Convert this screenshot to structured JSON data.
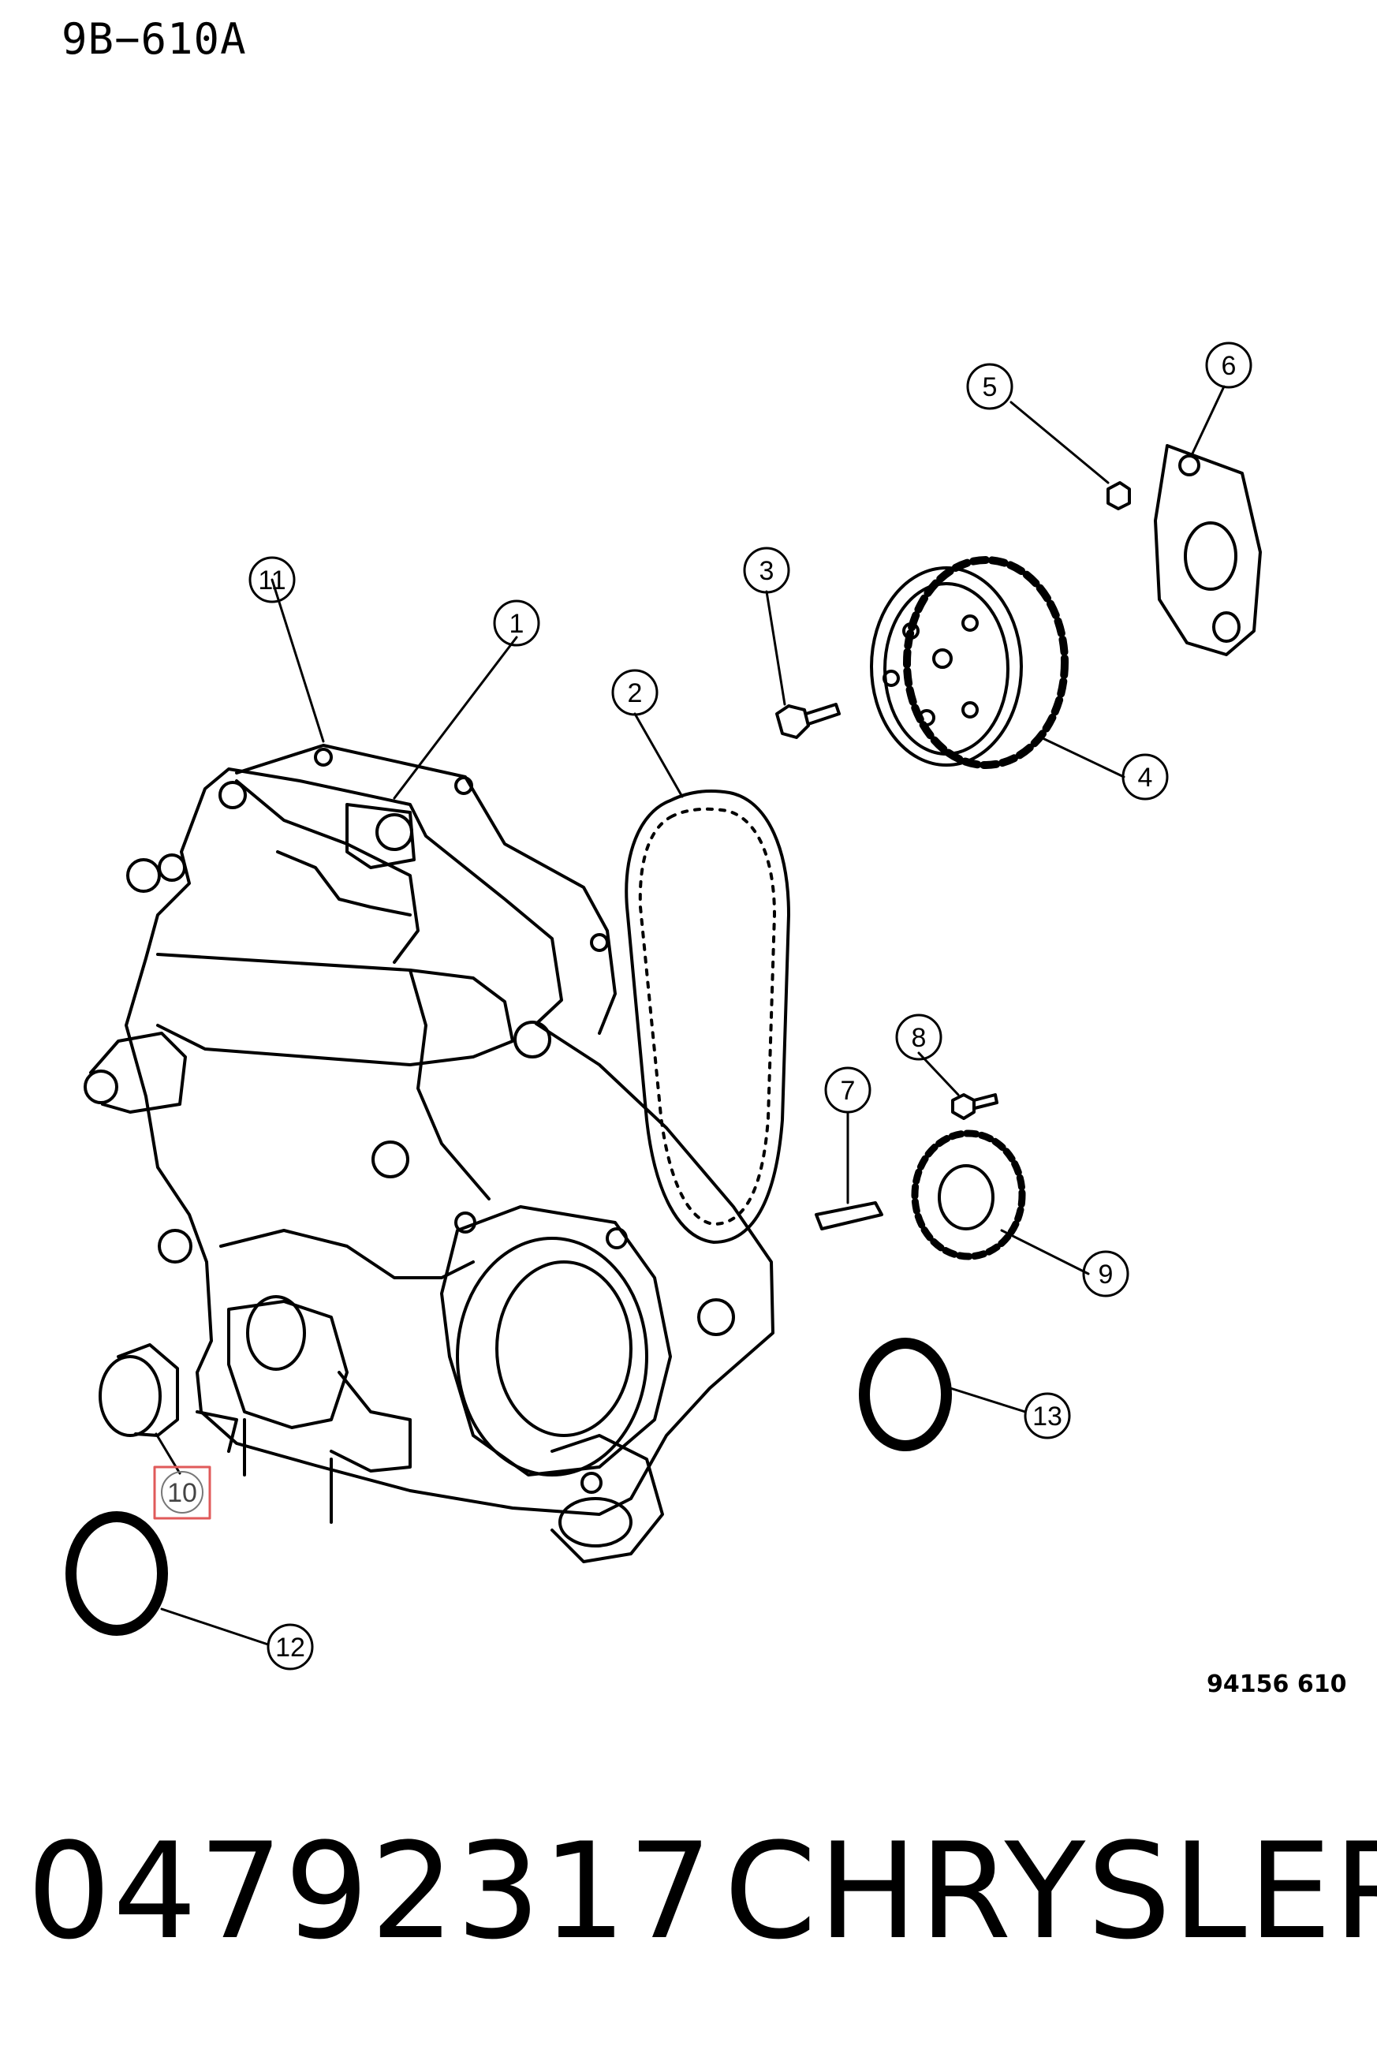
{
  "header": {
    "diagram_code": "9B−610A"
  },
  "figure": {
    "number": "94156  610"
  },
  "footer": {
    "part_number": "04792317",
    "brand": "CHRYSLER"
  },
  "callouts": [
    "1",
    "2",
    "3",
    "4",
    "5",
    "6",
    "7",
    "8",
    "9",
    "10",
    "11",
    "12",
    "13"
  ],
  "highlight": {
    "callout": "10",
    "color": "#e05a5a"
  }
}
